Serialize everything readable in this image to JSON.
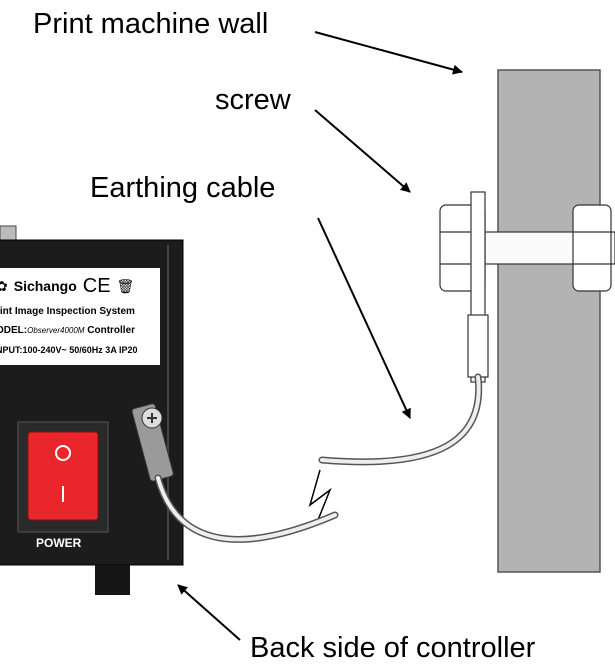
{
  "labels": {
    "wall": "Print machine wall",
    "screw": "screw",
    "cable": "Earthing cable",
    "back": "Back side of controller"
  },
  "device_label": {
    "brand": "Sichango",
    "certification": "CE",
    "line1": "rint Image Inspection System",
    "line2_prefix": "ODEL:",
    "line2_model": "Observer4000M",
    "line2_suffix": "Controller",
    "line3": "NPUT:100-240V~ 50/60Hz 3A  IP20"
  },
  "switch": {
    "on_symbol": "I",
    "off_symbol": "O",
    "label": "POWER",
    "color": "#e8262b"
  },
  "colors": {
    "wall": "#b3b3b3",
    "controller": "#1c1c1c"
  }
}
